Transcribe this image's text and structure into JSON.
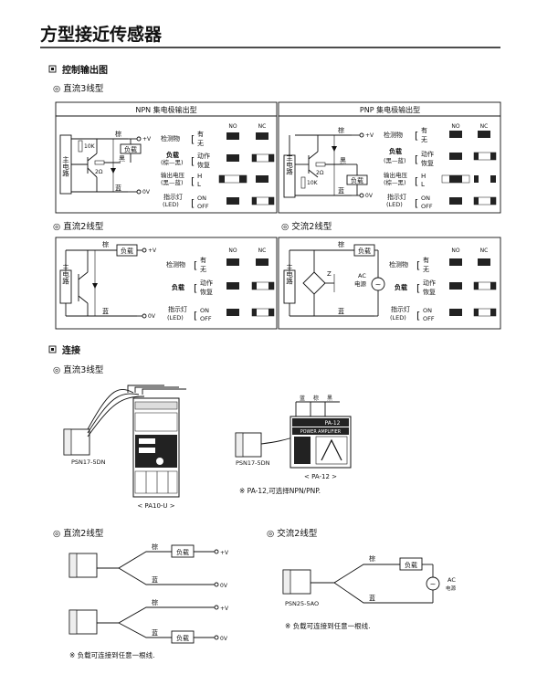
{
  "page": {
    "title": "方型接近传感器"
  },
  "sections": {
    "control_output": {
      "heading": "控制输出图",
      "dc3_label": "◎ 直流3线型",
      "dc2_label": "◎ 直流2线型",
      "ac2_label": "◎ 交流2线型",
      "npn_title": "NPN 集电极输出型",
      "pnp_title": "PNP 集电极输出型"
    },
    "connection": {
      "heading": "连接",
      "dc3_label": "◎ 直流3线型",
      "dc2_label": "◎ 直流2线型",
      "ac2_label": "◎ 交流2线型"
    }
  },
  "circuit": {
    "main_circuit": "主电路",
    "brown": "棕",
    "black": "黑",
    "blue": "蓝",
    "load": "负载",
    "plus_v": "+V",
    "zero_v": "0V",
    "r10k": "10K",
    "r2ohm": "2Ω",
    "z": "Z",
    "ac": "AC",
    "power": "电源"
  },
  "timing": {
    "no": "NO",
    "nc": "NC",
    "object": "检测物",
    "have": "有",
    "none": "无",
    "load": "负载",
    "load_brown_black": "(棕—黑)",
    "load_black_blue": "(黑—蓝)",
    "load_brown_black2": "(棕—黑)",
    "operate": "动作",
    "reset": "恢复",
    "out_voltage": "输出电压",
    "out_black_blue": "(黑—蓝)",
    "out_black_brown": "(棕—黑)",
    "h": "H",
    "l": "L",
    "indicator": "指示灯",
    "led": "(LED)",
    "on": "ON",
    "off": "OFF"
  },
  "connection_text": {
    "psn17": "PSN17-5DN",
    "psn25": "PSN25-5AO",
    "pa10": "< PA10-U >",
    "pa12": "< PA-12 >",
    "pa12_name": "PA-12",
    "power_amp": "POWER AMPLIFIER",
    "note_pa12": "※ PA-12,可选择NPN/PNP.",
    "note_dc2": "※ 负载可连接到任意一根线.",
    "note_ac2": "※ 负载可连接到任意一根线.",
    "ac_power": "电源"
  }
}
